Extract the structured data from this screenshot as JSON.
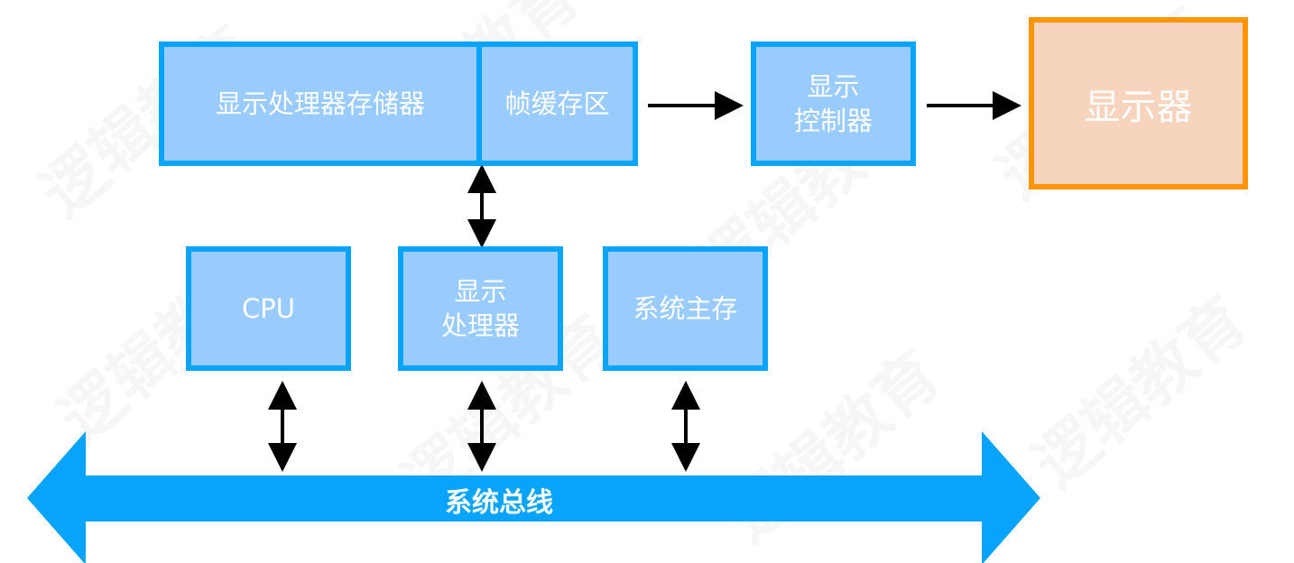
{
  "watermark": "逻辑教育",
  "boxes": {
    "gpu_memory": "显示处理器存储器",
    "frame_buffer": "帧缓存区",
    "display_controller_1": "显示",
    "display_controller_2": "控制器",
    "display": "显示器",
    "cpu": "CPU",
    "gpu_1": "显示",
    "gpu_2": "处理器",
    "main_memory": "系统主存"
  },
  "bus": {
    "label": "系统总线"
  },
  "colors": {
    "box_border": "#08a4fb",
    "box_fill": "#9acbfd",
    "display_border": "#ff9500",
    "display_fill": "#f7d4bd",
    "bus": "#08a4fb"
  }
}
